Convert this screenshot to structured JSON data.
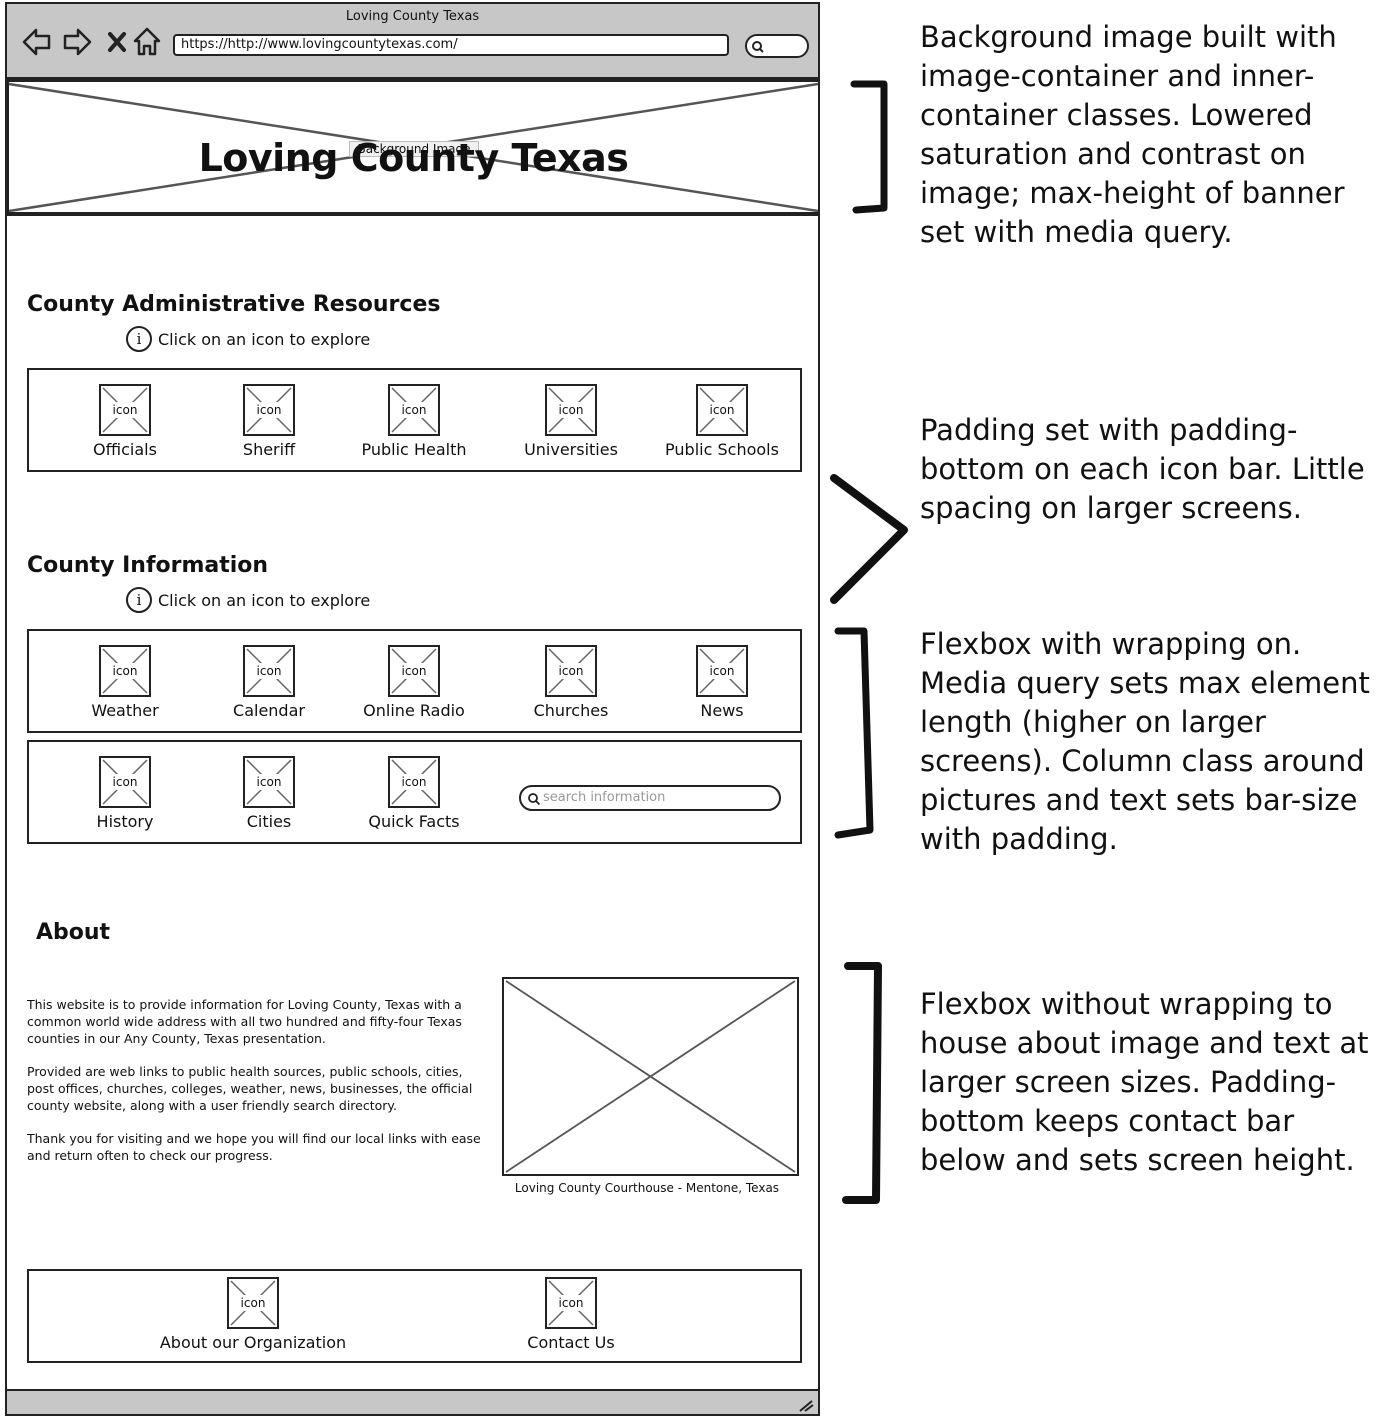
{
  "window": {
    "title": "Loving County Texas",
    "url": "https://http://www.lovingcountytexas.com/"
  },
  "nav_icons": [
    "back-arrow-icon",
    "forward-arrow-icon",
    "close-x-icon",
    "home-icon"
  ],
  "banner": {
    "placeholder_label": "Background Image",
    "title": "Loving County Texas"
  },
  "admin_section": {
    "heading": "County Administrative Resources",
    "hint": "Click on an icon to explore",
    "items": [
      {
        "icon_text": "icon",
        "label": "Officials"
      },
      {
        "icon_text": "icon",
        "label": "Sheriff"
      },
      {
        "icon_text": "icon",
        "label": "Public Health"
      },
      {
        "icon_text": "icon",
        "label": "Universities"
      },
      {
        "icon_text": "icon",
        "label": "Public Schools"
      }
    ]
  },
  "info_section": {
    "heading": "County Information",
    "hint": "Click on an icon to explore",
    "row1": [
      {
        "icon_text": "icon",
        "label": "Weather"
      },
      {
        "icon_text": "icon",
        "label": "Calendar"
      },
      {
        "icon_text": "icon",
        "label": "Online Radio"
      },
      {
        "icon_text": "icon",
        "label": "Churches"
      },
      {
        "icon_text": "icon",
        "label": "News"
      }
    ],
    "row2": [
      {
        "icon_text": "icon",
        "label": "History"
      },
      {
        "icon_text": "icon",
        "label": "Cities"
      },
      {
        "icon_text": "icon",
        "label": "Quick Facts"
      }
    ],
    "search_placeholder": "search information"
  },
  "about": {
    "heading": "About",
    "paragraphs": [
      "This website is to provide information for Loving County, Texas with a common  world wide address with all two hundred and fifty-four Texas counties in our  Any County, Texas presentation.",
      "Provided are web links to public health sources,  public schools, cities, post offices, churches,  colleges, weather, news, businesses, the official county website, along with a user friendly search  directory.",
      "Thank you for visiting and we hope you will find our local links with ease and return often to check our progress."
    ],
    "image_caption": "Loving County Courthouse - Mentone, Texas"
  },
  "footer": {
    "items": [
      {
        "icon_text": "icon",
        "label": "About our Organization"
      },
      {
        "icon_text": "icon",
        "label": "Contact Us"
      }
    ]
  },
  "annotations": [
    "Background image built with image-container and inner-container classes. Lowered saturation and contrast on image; max-height of banner set with media query.",
    "Padding set with padding-bottom on each icon bar. Little spacing on larger screens.",
    "Flexbox with wrapping on. Media query sets max element length (higher on larger screens). Column class around pictures and text sets bar-size with padding.",
    "Flexbox without wrapping to house about image and text at larger screen sizes. Padding-bottom keeps contact bar below and sets screen height."
  ]
}
